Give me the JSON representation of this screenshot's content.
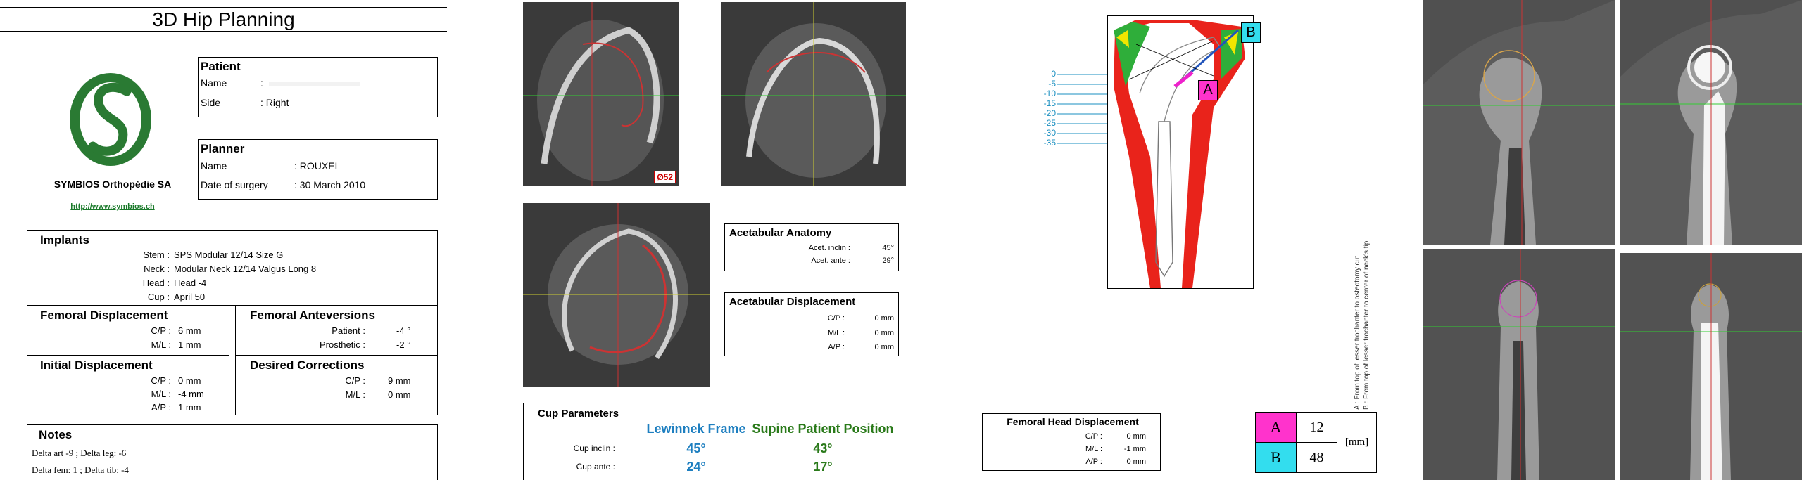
{
  "title": "3D Hip Planning",
  "company": {
    "name": "SYMBIOS Orthopédie SA",
    "url": "http://www.symbios.ch"
  },
  "patient": {
    "heading": "Patient",
    "name_label": "Name",
    "name_sep": ":",
    "side_label": "Side",
    "side_value": ": Right"
  },
  "planner": {
    "heading": "Planner",
    "name_label": "Name",
    "name_value": ": ROUXEL",
    "date_label": "Date of surgery",
    "date_value": ": 30 March 2010"
  },
  "implants": {
    "heading": "Implants",
    "rows": [
      {
        "label": "Stem :",
        "value": "SPS Modular 12/14 Size G"
      },
      {
        "label": "Neck :",
        "value": "Modular Neck 12/14 Valgus Long 8"
      },
      {
        "label": "Head :",
        "value": "Head -4"
      },
      {
        "label": "Cup :",
        "value": "April 50"
      }
    ]
  },
  "femoral_displacement": {
    "heading": "Femoral Displacement",
    "rows": [
      {
        "label": "C/P :",
        "value": "6 mm"
      },
      {
        "label": "M/L :",
        "value": "1 mm"
      }
    ]
  },
  "femoral_anteversions": {
    "heading": "Femoral Anteversions",
    "rows": [
      {
        "label": "Patient :",
        "value": "-4 °"
      },
      {
        "label": "Prosthetic :",
        "value": "-2 °"
      }
    ]
  },
  "initial_displacement": {
    "heading": "Initial Displacement",
    "rows": [
      {
        "label": "C/P :",
        "value": "0 mm"
      },
      {
        "label": "M/L :",
        "value": "-4 mm"
      },
      {
        "label": "A/P :",
        "value": "1 mm"
      }
    ]
  },
  "desired_corrections": {
    "heading": "Desired Corrections",
    "rows": [
      {
        "label": "C/P :",
        "value": "9 mm"
      },
      {
        "label": "M/L :",
        "value": "0 mm"
      }
    ]
  },
  "notes": {
    "heading": "Notes",
    "lines": [
      "Delta art -9 ; Delta leg: -6",
      "Delta fem: 1 ; Delta tib: -4"
    ]
  },
  "cup_badge": "Ø52",
  "acetabular_anatomy": {
    "heading": "Acetabular Anatomy",
    "rows": [
      {
        "label": "Acet. inclin :",
        "value": "45°"
      },
      {
        "label": "Acet. ante :",
        "value": "29°"
      }
    ]
  },
  "acetabular_displacement": {
    "heading": "Acetabular Displacement",
    "rows": [
      {
        "label": "C/P :",
        "value": "0 mm"
      },
      {
        "label": "M/L :",
        "value": "0 mm"
      },
      {
        "label": "A/P :",
        "value": "0 mm"
      }
    ]
  },
  "cup_parameters": {
    "heading": "Cup Parameters",
    "frame1": "Lewinnek Frame",
    "frame2": "Supine Patient Position",
    "rows": [
      {
        "label": "Cup inclin :",
        "v1": "45°",
        "v2": "43°"
      },
      {
        "label": "Cup ante :",
        "v1": "24°",
        "v2": "17°"
      }
    ],
    "colors": {
      "frame1": "#1e7fc0",
      "frame2": "#2a7a1a"
    }
  },
  "scale_ticks": [
    "0",
    "-5",
    "-10",
    "-15",
    "-20",
    "-25",
    "-30",
    "-35"
  ],
  "markers": {
    "a": "A",
    "b": "B",
    "a_color": "#ff33cc",
    "b_color": "#33ddee"
  },
  "femoral_head_displacement": {
    "heading": "Femoral Head Displacement",
    "rows": [
      {
        "label": "C/P :",
        "value": "0 mm"
      },
      {
        "label": "M/L :",
        "value": "-1 mm"
      },
      {
        "label": "A/P :",
        "value": "0 mm"
      }
    ]
  },
  "measure_table": {
    "a_label": "A",
    "a_value": "12",
    "b_label": "B",
    "b_value": "48",
    "unit": "[mm]"
  },
  "legend_note": {
    "a": "A : From top of lesser trochanter to osteotomy cut",
    "b": "B : From top of lesser trochanter to center of neck's tip"
  }
}
